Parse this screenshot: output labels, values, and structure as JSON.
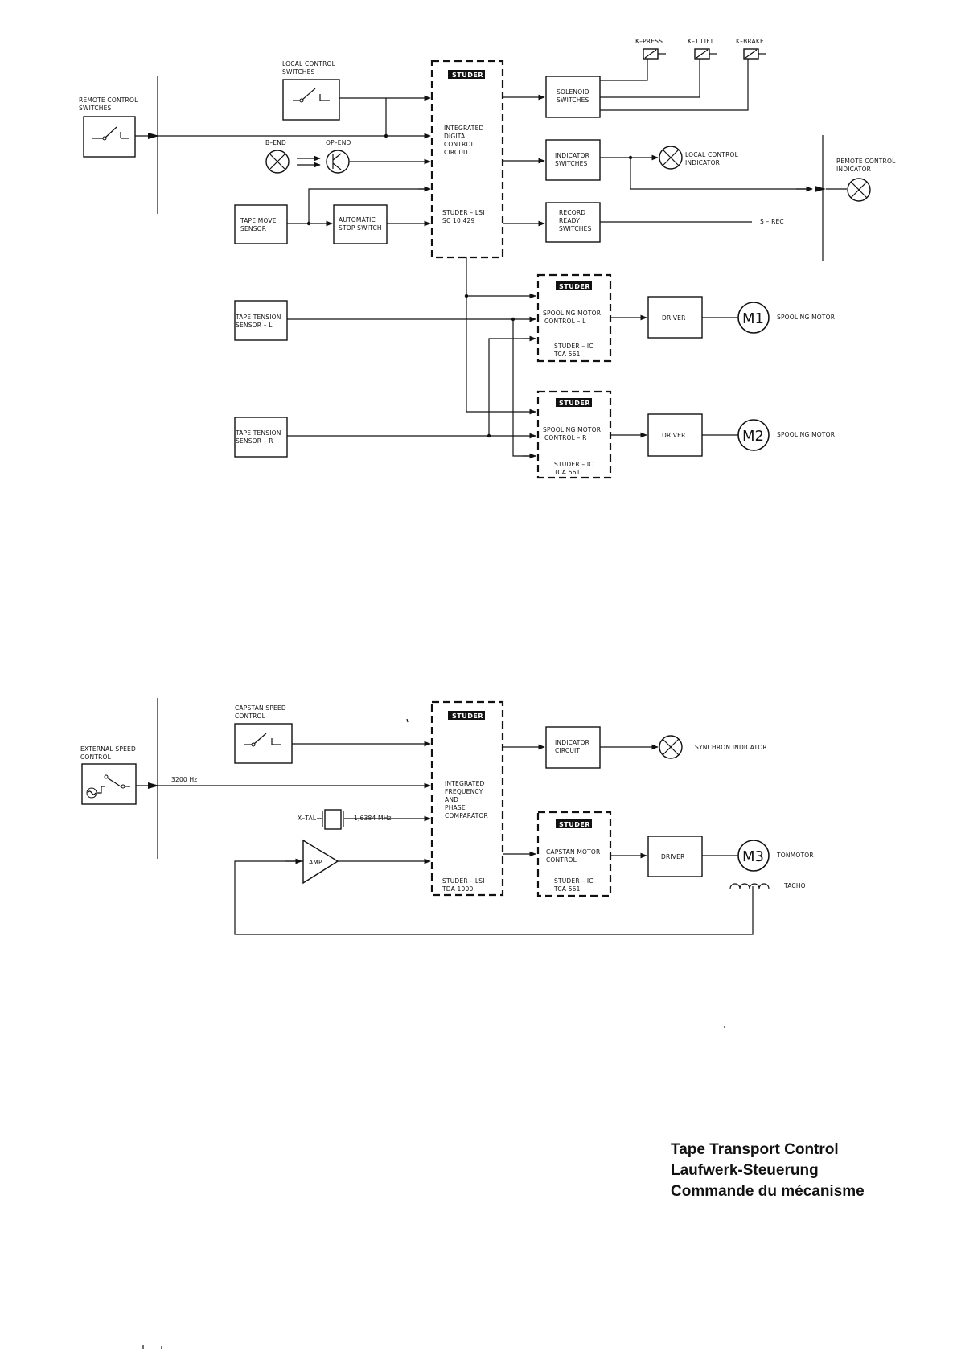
{
  "diagram1": {
    "remote_control_switches": [
      "REMOTE CONTROL",
      "SWITCHES"
    ],
    "local_control_switches": [
      "LOCAL CONTROL",
      "SWITCHES"
    ],
    "b_end": "B–END",
    "op_end": "OP–END",
    "tape_move_sensor": [
      "TAPE MOVE",
      "SENSOR"
    ],
    "automatic_stop_switch": [
      "AUTOMATIC",
      "STOP SWITCH"
    ],
    "logo": "STUDER",
    "idc": [
      "INTEGRATED",
      "DIGITAL",
      "CONTROL",
      "CIRCUIT"
    ],
    "lsi": [
      "STUDER – LSI",
      "SC 10 429"
    ],
    "solenoid_switches": [
      "SOLENOID",
      "SWITCHES"
    ],
    "k_press": "K–PRESS",
    "k_t_lift": "K–T LIFT",
    "k_brake": "K–BRAKE",
    "indicator_switches": [
      "INDICATOR",
      "SWITCHES"
    ],
    "local_control_indicator": [
      "LOCAL CONTROL",
      "INDICATOR"
    ],
    "remote_control_indicator": [
      "REMOTE CONTROL",
      "INDICATOR"
    ],
    "record_ready_switches": [
      "RECORD",
      "READY",
      "SWITCHES"
    ],
    "s_rec": "S – REC",
    "tape_tension_l": [
      "TAPE TENSION",
      "SENSOR – L"
    ],
    "tape_tension_r": [
      "TAPE TENSION",
      "SENSOR – R"
    ],
    "spool_l": [
      "SPOOLING MOTOR",
      "CONTROL – L"
    ],
    "spool_r": [
      "SPOOLING MOTOR",
      "CONTROL – R"
    ],
    "ic_l": [
      "STUDER – IC",
      "TCA 561"
    ],
    "ic_r": [
      "STUDER – IC",
      "TCA 561"
    ],
    "driver": "DRIVER",
    "m1": "M1",
    "m2": "M2",
    "spooling_motor": "SPOOLING MOTOR"
  },
  "diagram2": {
    "capstan_speed_control": [
      "CAPSTAN SPEED",
      "CONTROL"
    ],
    "external_speed_control": [
      "EXTERNAL SPEED",
      "CONTROL"
    ],
    "freq_3200": "3200 Hz",
    "x_tal": "X–TAL",
    "freq_mhz": "1,6384 MHz",
    "amp": "AMP.",
    "logo": "STUDER",
    "ifpc": [
      "INTEGRATED",
      "FREQUENCY",
      "AND",
      "PHASE",
      "COMPARATOR"
    ],
    "lsi": [
      "STUDER – LSI",
      "TDA   1000"
    ],
    "indicator_circuit": [
      "INDICATOR",
      "CIRCUIT"
    ],
    "synchron_indicator": "SYNCHRON INDICATOR",
    "capstan_motor_control": [
      "CAPSTAN MOTOR",
      "CONTROL"
    ],
    "ic": [
      "STUDER – IC",
      "TCA 561"
    ],
    "driver": "DRIVER",
    "m3": "M3",
    "tonmotor": "TONMOTOR",
    "tacho": "TACHO"
  },
  "caption": {
    "en": "Tape Transport Control",
    "de": "Laufwerk-Steuerung",
    "fr": "Commande du mécanisme"
  }
}
